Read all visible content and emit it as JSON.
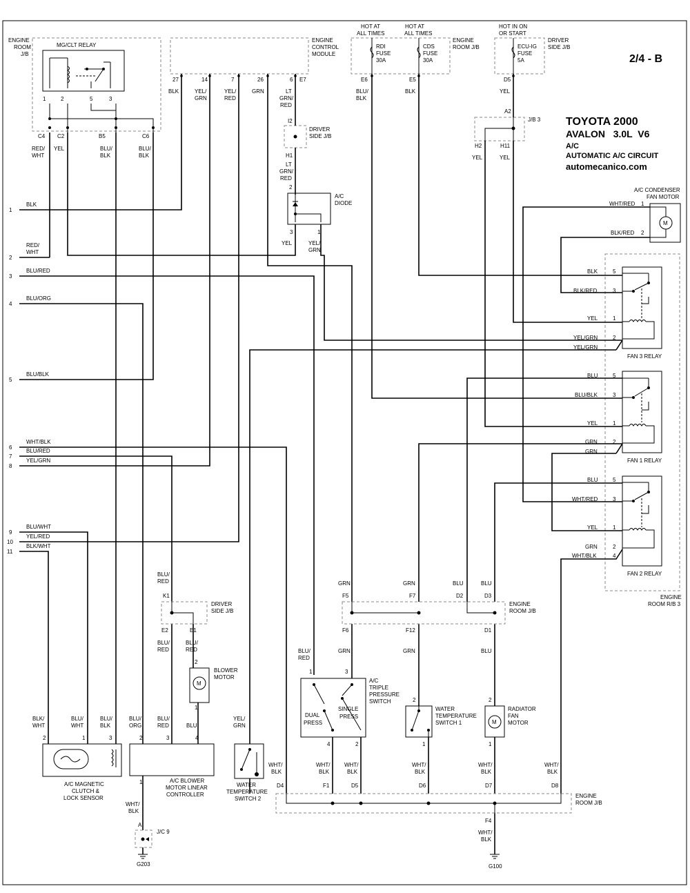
{
  "title_block": {
    "page_code": "2/4 - B",
    "vehicle": "TOYOTA 2000",
    "model": "AVALON   3.0L  V6",
    "system": "A/C",
    "circuit": "AUTOMATIC A/C CIRCUIT",
    "site": "automecanico.com"
  },
  "components": {
    "engine_room_jb_top": [
      "ENGINE",
      "ROOM",
      "J/B"
    ],
    "mg_clt_relay": "MG/CLT RELAY",
    "ecm": [
      "ENGINE",
      "CONTROL",
      "MODULE"
    ],
    "hot_at_all_times_1": [
      "HOT AT",
      "ALL TIMES"
    ],
    "hot_at_all_times_2": [
      "HOT AT",
      "ALL TIMES"
    ],
    "rdi_fuse": [
      "RDI",
      "FUSE",
      "30A"
    ],
    "cds_fuse": [
      "CDS",
      "FUSE",
      "30A"
    ],
    "engine_room_jb_fuses": [
      "ENGINE",
      "ROOM J/B"
    ],
    "hot_in_on": [
      "HOT IN ON",
      "OR START"
    ],
    "ecu_ig_fuse": [
      "ECU-IG",
      "FUSE",
      "5A"
    ],
    "driver_side_jb_top": [
      "DRIVER",
      "SIDE J/B"
    ],
    "jb3": "J/B 3",
    "driver_side_jb_mid": [
      "DRIVER",
      "SIDE J/B"
    ],
    "ac_diode": [
      "A/C",
      "DIODE"
    ],
    "condenser_fan_motor": [
      "A/C CONDENSER",
      "FAN MOTOR"
    ],
    "fan3_relay": "FAN 3 RELAY",
    "fan1_relay": "FAN 1 RELAY",
    "fan2_relay": "FAN 2 RELAY",
    "engine_room_rb3": [
      "ENGINE",
      "ROOM R/B 3"
    ],
    "driver_side_jb_low": [
      "DRIVER",
      "SIDE J/B"
    ],
    "engine_room_jb_mid": [
      "ENGINE",
      "ROOM J/B"
    ],
    "blower_motor": [
      "BLOWER",
      "MOTOR"
    ],
    "triple_switch": [
      "A/C",
      "TRIPLE",
      "PRESSURE",
      "SWITCH"
    ],
    "dual_press": [
      "DUAL",
      "PRESS"
    ],
    "single_press": [
      "SINGLE",
      "PRESS"
    ],
    "water_temp_sw1": [
      "WATER",
      "TEMPERATURE",
      "SWITCH 1"
    ],
    "radiator_fan_motor": [
      "RADIATOR",
      "FAN",
      "MOTOR"
    ],
    "magnetic_clutch": [
      "A/C MAGNETIC",
      "CLUTCH &",
      "LOCK SENSOR"
    ],
    "blower_controller": [
      "A/C BLOWER",
      "MOTOR LINEAR",
      "CONTROLLER"
    ],
    "water_temp_sw2": [
      "WATER",
      "TEMPERATURE",
      "SWITCH 2"
    ],
    "engine_room_jb_bottom": [
      "ENGINE",
      "ROOM J/B"
    ],
    "jc9": "J/C 9",
    "g203": "G203",
    "g100": "G100",
    "motor_symbol": "M"
  },
  "left_terminals": [
    {
      "num": "1",
      "label": "BLK"
    },
    {
      "num": "2",
      "label": "RED/ WHT"
    },
    {
      "num": "3",
      "label": "BLU/RED"
    },
    {
      "num": "4",
      "label": "BLU/ORG"
    },
    {
      "num": "5",
      "label": "BLU/BLK"
    },
    {
      "num": "6",
      "label": "WHT/BLK"
    },
    {
      "num": "7",
      "label": "BLU/RED"
    },
    {
      "num": "8",
      "label": "YEL/GRN"
    },
    {
      "num": "9",
      "label": "BLU/WHT"
    },
    {
      "num": "10",
      "label": "YEL/RED"
    },
    {
      "num": "11",
      "label": "BLK/WHT"
    }
  ],
  "labels": {
    "relay_pins": [
      "1",
      "2",
      "5",
      "3"
    ],
    "relay_conn": [
      "C4",
      "C2",
      "B5",
      "C6"
    ],
    "relay_wires": [
      "RED/ WHT",
      "YEL",
      "BLU/ BLK",
      "BLU/ BLK"
    ],
    "ecm_pins": [
      "27",
      "14",
      "7",
      "26",
      "6",
      "E7"
    ],
    "ecm_wires": [
      "BLK",
      "YEL/ GRN",
      "YEL/ RED",
      "GRN",
      "LT GRN/ RED"
    ],
    "fuse_conn": [
      "E6",
      "E5",
      "D5"
    ],
    "fuse_wires": [
      "BLU/ BLK",
      "BLK",
      "YEL"
    ],
    "jb3_pins": [
      "A2",
      "H2",
      "H11"
    ],
    "jb3_wires": [
      "YEL",
      "YEL"
    ],
    "i2": "I2",
    "h1": "H1",
    "h1_wire": "LT GRN/ RED",
    "diode_pins": [
      "2",
      "3",
      "1"
    ],
    "diode_wires": [
      "YEL",
      "YEL/ GRN"
    ],
    "cond_wires": [
      "WHT/RED",
      "BLK/RED"
    ],
    "cond_pins": [
      "1",
      "2"
    ],
    "fan3_wires": [
      "BLK",
      "BLK/RED",
      "YEL",
      "YEL/GRN",
      "YEL/GRN"
    ],
    "fan3_pins": [
      "5",
      "3",
      "1",
      "2"
    ],
    "fan1_wires": [
      "BLU",
      "BLU/BLK",
      "YEL",
      "GRN",
      "GRN"
    ],
    "fan1_pins": [
      "5",
      "3",
      "1",
      "2"
    ],
    "fan2_wires": [
      "BLU",
      "WHT/RED",
      "YEL",
      "GRN",
      "WHT/BLK"
    ],
    "fan2_pins": [
      "5",
      "3",
      "1",
      "2",
      "4"
    ],
    "k1": "K1",
    "k1_wire": "BLU/ RED",
    "e_pins": [
      "E2",
      "E1"
    ],
    "e_wires": [
      "BLU/ RED",
      "BLU/ RED"
    ],
    "mid_jb_top_wires": [
      "GRN",
      "GRN",
      "BLU",
      "BLU"
    ],
    "mid_jb_top_pins": [
      "F5",
      "F7",
      "D2",
      "D3"
    ],
    "mid_jb_bot_pins": [
      "F6",
      "F12",
      "D1"
    ],
    "mid_jb_bot_wires": [
      "BLU/ RED",
      "GRN",
      "GRN",
      "BLU"
    ],
    "blower_pins": [
      "2",
      "1"
    ],
    "blower_wire": "BLU",
    "triple_pins": [
      "1",
      "3",
      "4",
      "2"
    ],
    "wts1_pins": [
      "2",
      "1"
    ],
    "rad_pins": [
      "2",
      "1"
    ],
    "clutch_wires": [
      "BLK/ WHT",
      "BLU/ WHT",
      "BLU/ BLK"
    ],
    "clutch_pins": [
      "2",
      "1",
      "3"
    ],
    "ctrl_wires": [
      "BLU/ ORG",
      "BLU/ RED",
      "BLU"
    ],
    "ctrl_pins": [
      "2",
      "3",
      "4",
      "1"
    ],
    "wts2_wire": "YEL/ GRN",
    "bottom_wires": [
      "WHT/ BLK",
      "WHT/ BLK",
      "WHT/ BLK",
      "WHT/ BLK",
      "WHT/ BLK",
      "WHT/ BLK"
    ],
    "bottom_pins": [
      "D4",
      "F1",
      "D5",
      "D6",
      "D7",
      "D8"
    ],
    "ctrl_gnd_wire": "WHT/ BLK",
    "jc9_pin": "A",
    "f4": "F4",
    "f4_wire": "WHT/ BLK"
  }
}
